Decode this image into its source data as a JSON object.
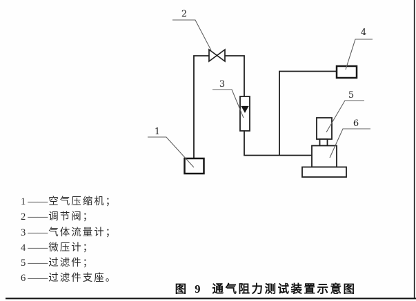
{
  "figure": {
    "caption_prefix": "图 9",
    "caption_title": "通气阻力测试装置示意图"
  },
  "diagram": {
    "labels": [
      "1",
      "2",
      "3",
      "4",
      "5",
      "6"
    ],
    "line_color": "#1e1e1e",
    "leader_color": "#5f5f5f",
    "background": "#fefefe"
  },
  "legend": {
    "separator": "——",
    "items": [
      {
        "number": "1",
        "label": "空气压缩机；"
      },
      {
        "number": "2",
        "label": "调节阀；"
      },
      {
        "number": "3",
        "label": "气体流量计；"
      },
      {
        "number": "4",
        "label": "微压计；"
      },
      {
        "number": "5",
        "label": "过滤件；"
      },
      {
        "number": "6",
        "label": "过滤件支座。"
      }
    ]
  }
}
